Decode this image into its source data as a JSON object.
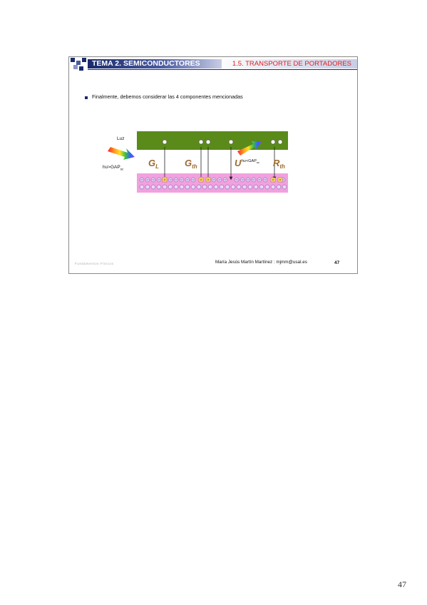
{
  "slide": {
    "header_left": "TEMA 2. SEMICONDUCTORES",
    "header_right": "1.5. TRANSPORTE DE PORTADORES",
    "bullet_text": "Finalmente, debemos considerar las 4 componentes mencionadas",
    "luz_label": "Luz",
    "hv_gt": "hυ>GAP",
    "hv_lt": "hυ<GAP",
    "hv_sub": "sc",
    "labels": {
      "gl": "G",
      "gl_sub": "L",
      "gth": "G",
      "gth_sub": "th",
      "u": "U",
      "rth": "R",
      "rth_sub": "th"
    },
    "footer_left": "Fundamentos Físicos",
    "footer_author": "María Jesús Martín Martínez : mjmm@usal.es",
    "slide_number": "47"
  },
  "page_number": "47"
}
